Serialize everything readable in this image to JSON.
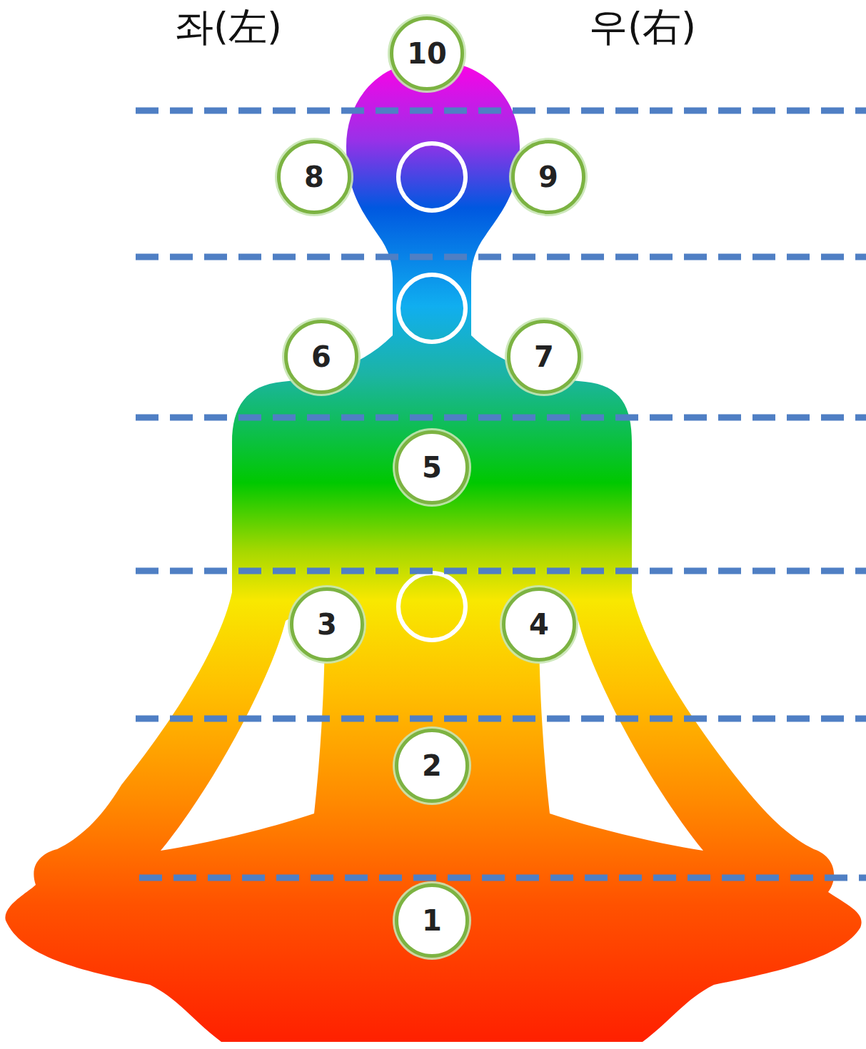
{
  "diagram": {
    "nodes": [
      {
        "text": [
          "10"
        ]
      },
      {
        "text": [
          "8"
        ]
      },
      {
        "text": [
          "9"
        ]
      },
      {
        "text": [
          "6"
        ]
      },
      {
        "text": [
          "7"
        ]
      },
      {
        "text": [
          "5"
        ]
      },
      {
        "text": [
          "3"
        ]
      },
      {
        "text": [
          "4"
        ]
      },
      {
        "text": [
          "2"
        ]
      },
      {
        "text": [
          "1"
        ]
      }
    ],
    "labels": [
      "좌(左)",
      "우(右)"
    ]
  }
}
